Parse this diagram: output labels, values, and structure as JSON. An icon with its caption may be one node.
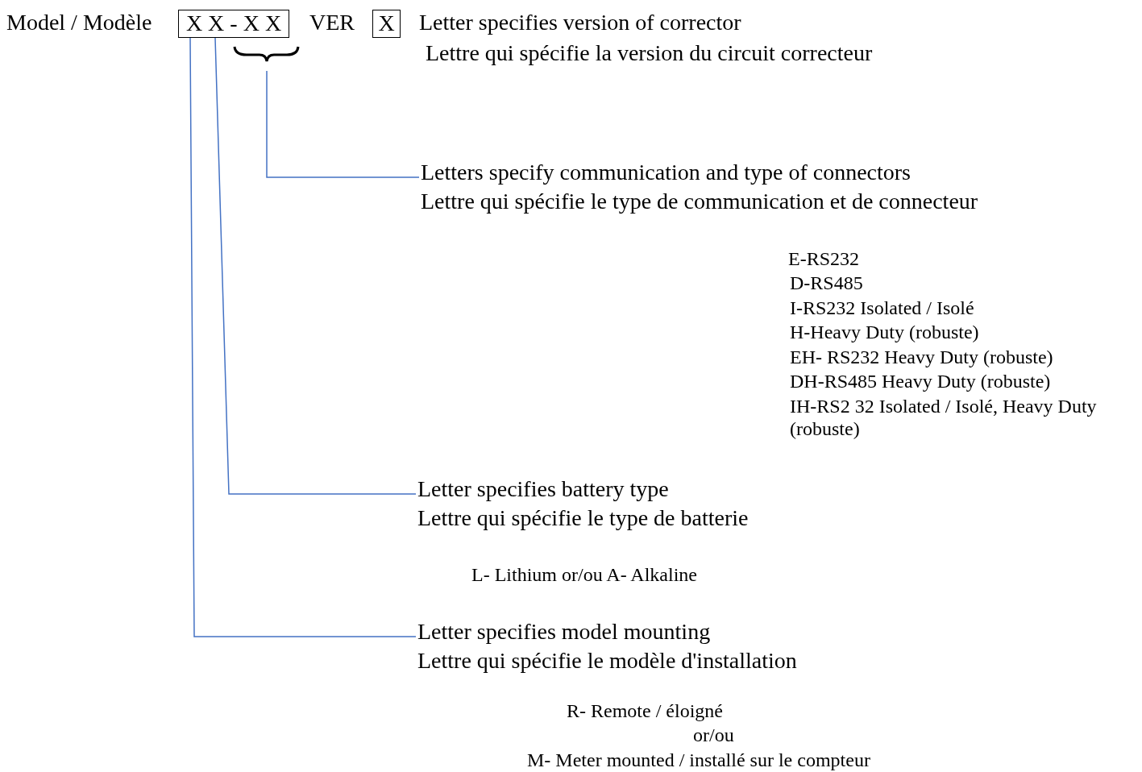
{
  "diagram": {
    "nodes": [
      {
        "text": [
          "X X - X X"
        ]
      },
      {
        "text": [
          "X"
        ]
      },
      {
        "text": [
          "Letters specify communication and type of connectors",
          "Lettre qui spécifie le type de communication et de connecteur"
        ]
      },
      {
        "text": [
          "Letter specifies battery type",
          "Lettre qui spécifie le type de batterie"
        ]
      },
      {
        "text": [
          "Letter specifies model mounting",
          "Lettre qui spécifie le modèle d'installation"
        ]
      }
    ],
    "edges": [
      {
        "from": 0,
        "to": 2,
        "arrow": "none"
      },
      {
        "from": 0,
        "to": 3,
        "arrow": "none"
      },
      {
        "from": 0,
        "to": 4,
        "arrow": "none"
      }
    ],
    "labels": [
      "Model / Modèle",
      "VER",
      "Letter specifies version of corrector",
      "Lettre qui spécifie la version du circuit correcteur",
      "E-RS232",
      "D-RS485",
      "I-RS232 Isolated / Isolé",
      "H-Heavy Duty (robuste)",
      "EH- RS232 Heavy Duty (robuste)",
      "DH-RS485 Heavy Duty (robuste)",
      "IH-RS2 32 Isolated / Isolé, Heavy Duty (robuste)",
      "L- Lithium or/ou A- Alkaline",
      "R- Remote / éloigné",
      "or/ou",
      "M- Meter mounted / installé sur le compteur"
    ]
  }
}
